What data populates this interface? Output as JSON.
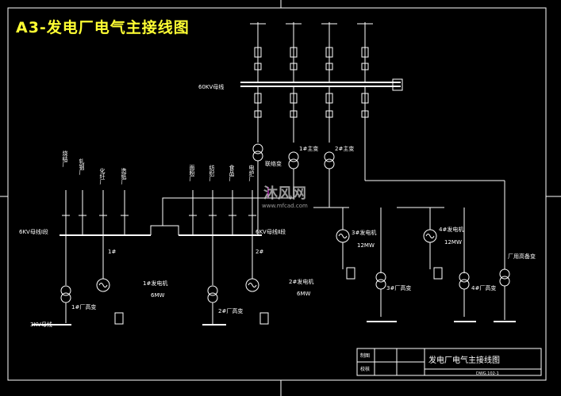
{
  "title": "A3-发电厂电气主接线图",
  "colors": {
    "background": "#000000",
    "lines": "#ffffff",
    "title": "#ffff33",
    "watermark": "#cccccc",
    "marker": "#ff33ff"
  },
  "labels": {
    "bus_60kv": "60KV母线",
    "transformer_contact": "联络变",
    "transformer_main1": "1#主变",
    "transformer_main2": "2#主变",
    "bus_6kv_1": "6KV母线Ⅰ段",
    "bus_6kv_2": "6KV母线Ⅱ段",
    "gen1": "1#发电机",
    "gen1_rating": "6MW",
    "gen2": "2#发电机",
    "gen2_rating": "6MW",
    "gen3": "3#发电机",
    "gen3_rating": "12MW",
    "gen4": "4#发电机",
    "gen4_rating": "12MW",
    "aux1": "1#厂高变",
    "aux2": "2#厂高变",
    "aux3": "3#厂高变",
    "aux4": "4#厂高变",
    "aux_standby": "厂用高备变",
    "bus_3kv": "3KV母线",
    "gen1_breaker": "1#",
    "gen2_breaker": "2#"
  },
  "feeders": [
    "烧结厂",
    "轧钢厂",
    "化纤厂",
    "造纸厂",
    "面粉厂",
    "纺织厂",
    "食品厂",
    "电炉厂"
  ],
  "title_block": {
    "row1": "制图",
    "row2": "校核",
    "drawing_title": "发电厂电气主接线图",
    "drawing_number": "DWG.102-1"
  },
  "watermark": {
    "logo_text": "沐风网",
    "url": "www.mfcad.com"
  }
}
